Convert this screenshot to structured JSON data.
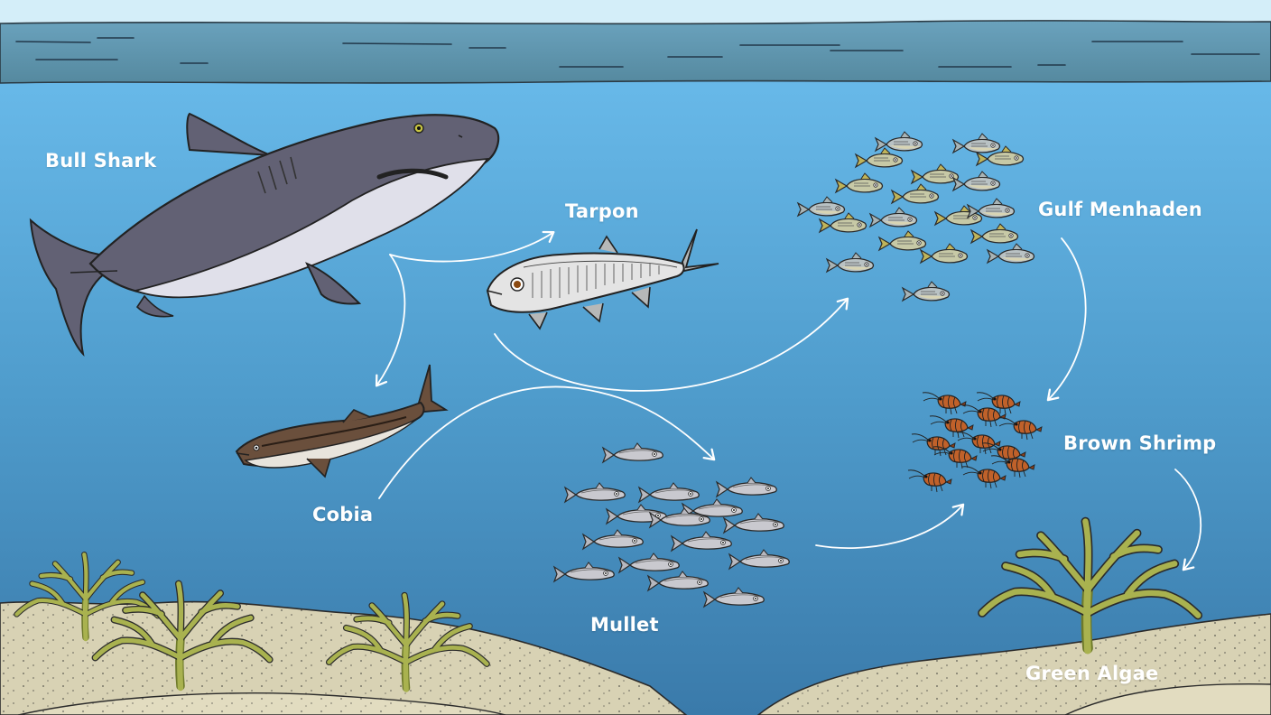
{
  "organisms": {
    "bull_shark": "Bull Shark",
    "tarpon": "Tarpon",
    "gulf_menhaden": "Gulf Menhaden",
    "cobia": "Cobia",
    "brown_shrimp": "Brown Shrimp",
    "mullet": "Mullet",
    "green_algae": "Green Algae"
  },
  "colors": {
    "sky": "#d4eef9",
    "surface_water": "#5e93ad",
    "water_top": "#6cbdee",
    "water_bottom": "#3c7fb0",
    "sand": "#d6d0b2",
    "algae": "#a9b24f",
    "arrow": "#ffffff",
    "shark_body": "#626174",
    "shark_belly": "#e0e0ea"
  },
  "icons": [
    "shark-icon",
    "tarpon-icon",
    "menhaden-school-icon",
    "cobia-icon",
    "mullet-school-icon",
    "shrimp-group-icon",
    "algae-icon",
    "arrow-icon"
  ]
}
